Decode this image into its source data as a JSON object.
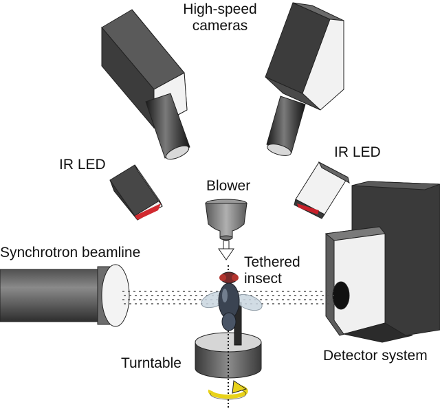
{
  "labels": {
    "cameras_line1": "High-speed",
    "cameras_line2": "cameras",
    "ir_led_left": "IR LED",
    "ir_led_right": "IR LED",
    "blower": "Blower",
    "beamline": "Synchrotron beamline",
    "insect_line1": "Tethered",
    "insect_line2": "insect",
    "turntable": "Turntable",
    "detector": "Detector system"
  },
  "colors": {
    "housing_dark": "#3d3d3d",
    "housing_mid": "#6b6b6b",
    "housing_light": "#f2f2f2",
    "led_red": "#c8202a",
    "rotation_arrow": "#e8d21a",
    "beam_dots": "#555555"
  },
  "icons": {
    "rotation": "circular-arrow-icon",
    "airflow": "down-arrow-icon"
  }
}
